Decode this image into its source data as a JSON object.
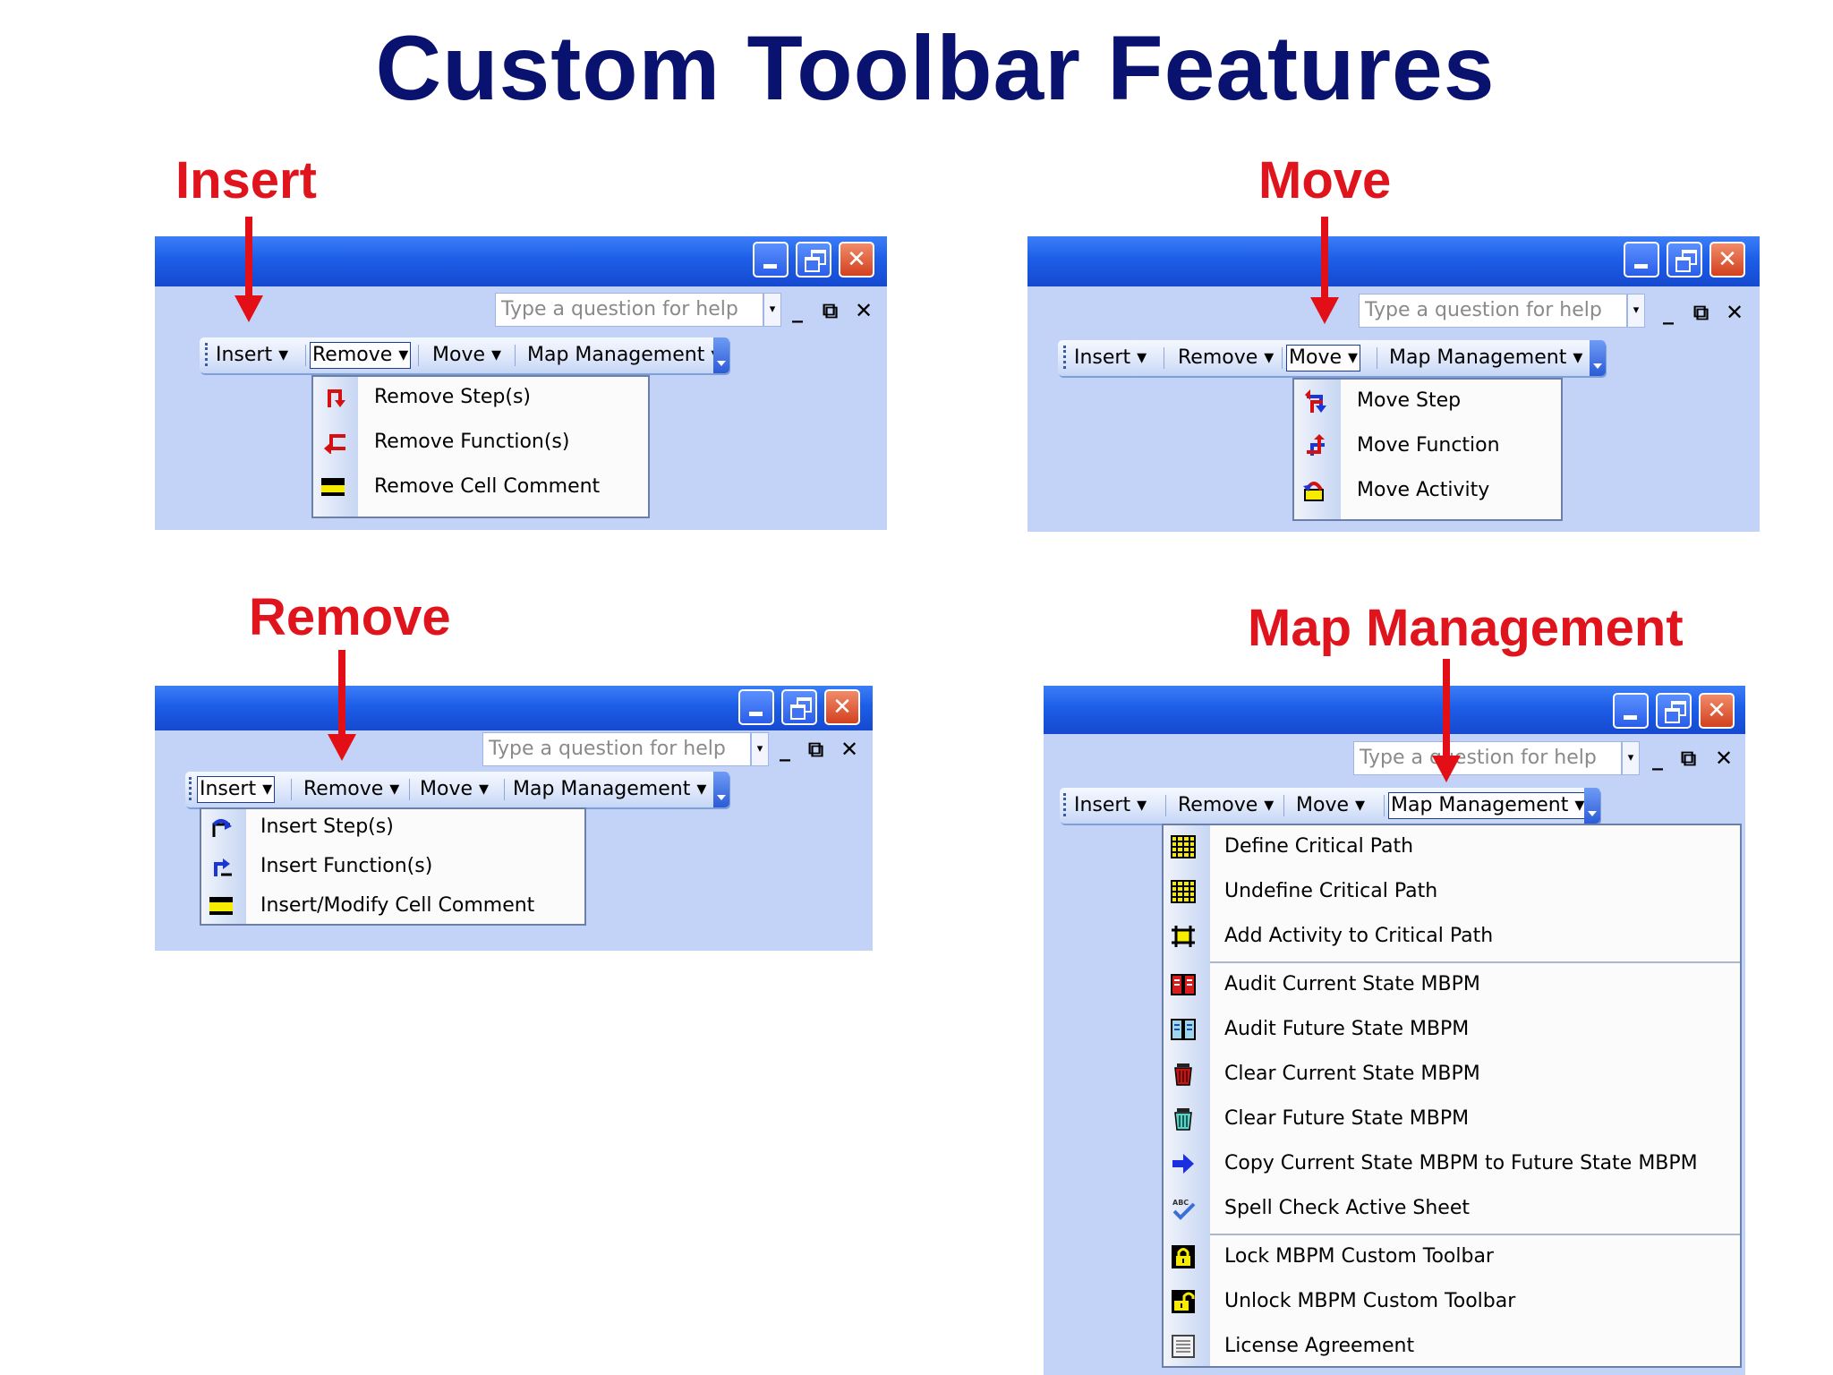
{
  "slide": {
    "title": "Custom Toolbar Features"
  },
  "common": {
    "help_placeholder": "Type a question for help",
    "win_min": "_",
    "win_restore": "⧉",
    "win_close": "✕"
  },
  "callouts": {
    "insert": "Insert",
    "move": "Move",
    "remove": "Remove",
    "map_management": "Map Management"
  },
  "toolbar": {
    "insert": "Insert",
    "remove": "Remove",
    "move": "Move",
    "map_management": "Map Management",
    "arrow": "▾"
  },
  "menus": {
    "remove_items": [
      "Remove Step(s)",
      "Remove Function(s)",
      "Remove Cell Comment"
    ],
    "move_items": [
      "Move Step",
      "Move Function",
      "Move Activity"
    ],
    "insert_items": [
      "Insert Step(s)",
      "Insert Function(s)",
      "Insert/Modify Cell Comment"
    ],
    "map_items": [
      "Define Critical Path",
      "Undefine Critical Path",
      "Add Activity to Critical Path",
      "Audit Current State MBPM",
      "Audit Future State MBPM",
      "Clear Current State MBPM",
      "Clear Future State MBPM",
      "Copy Current State MBPM to Future State MBPM",
      "Spell Check Active Sheet",
      "Lock MBPM Custom Toolbar",
      "Unlock MBPM Custom Toolbar",
      "License Agreement"
    ]
  },
  "icons": {
    "remove": [
      "remove-step-icon",
      "remove-function-icon",
      "remove-comment-icon"
    ],
    "move": [
      "move-step-icon",
      "move-function-icon",
      "move-activity-icon"
    ],
    "insert": [
      "insert-step-icon",
      "insert-function-icon",
      "insert-comment-icon"
    ],
    "map": [
      "grid-icon",
      "grid-icon",
      "grid-add-icon",
      "book-red-icon",
      "book-blue-icon",
      "trash-red-icon",
      "trash-teal-icon",
      "blue-arrow-icon",
      "spellcheck-icon",
      "lock-icon",
      "unlock-icon",
      "document-icon"
    ]
  },
  "colors": {
    "title": "#0a1270",
    "callout": "#e0141c",
    "titlebar": "#1d5ee8",
    "panel": "#c3d3f7"
  }
}
